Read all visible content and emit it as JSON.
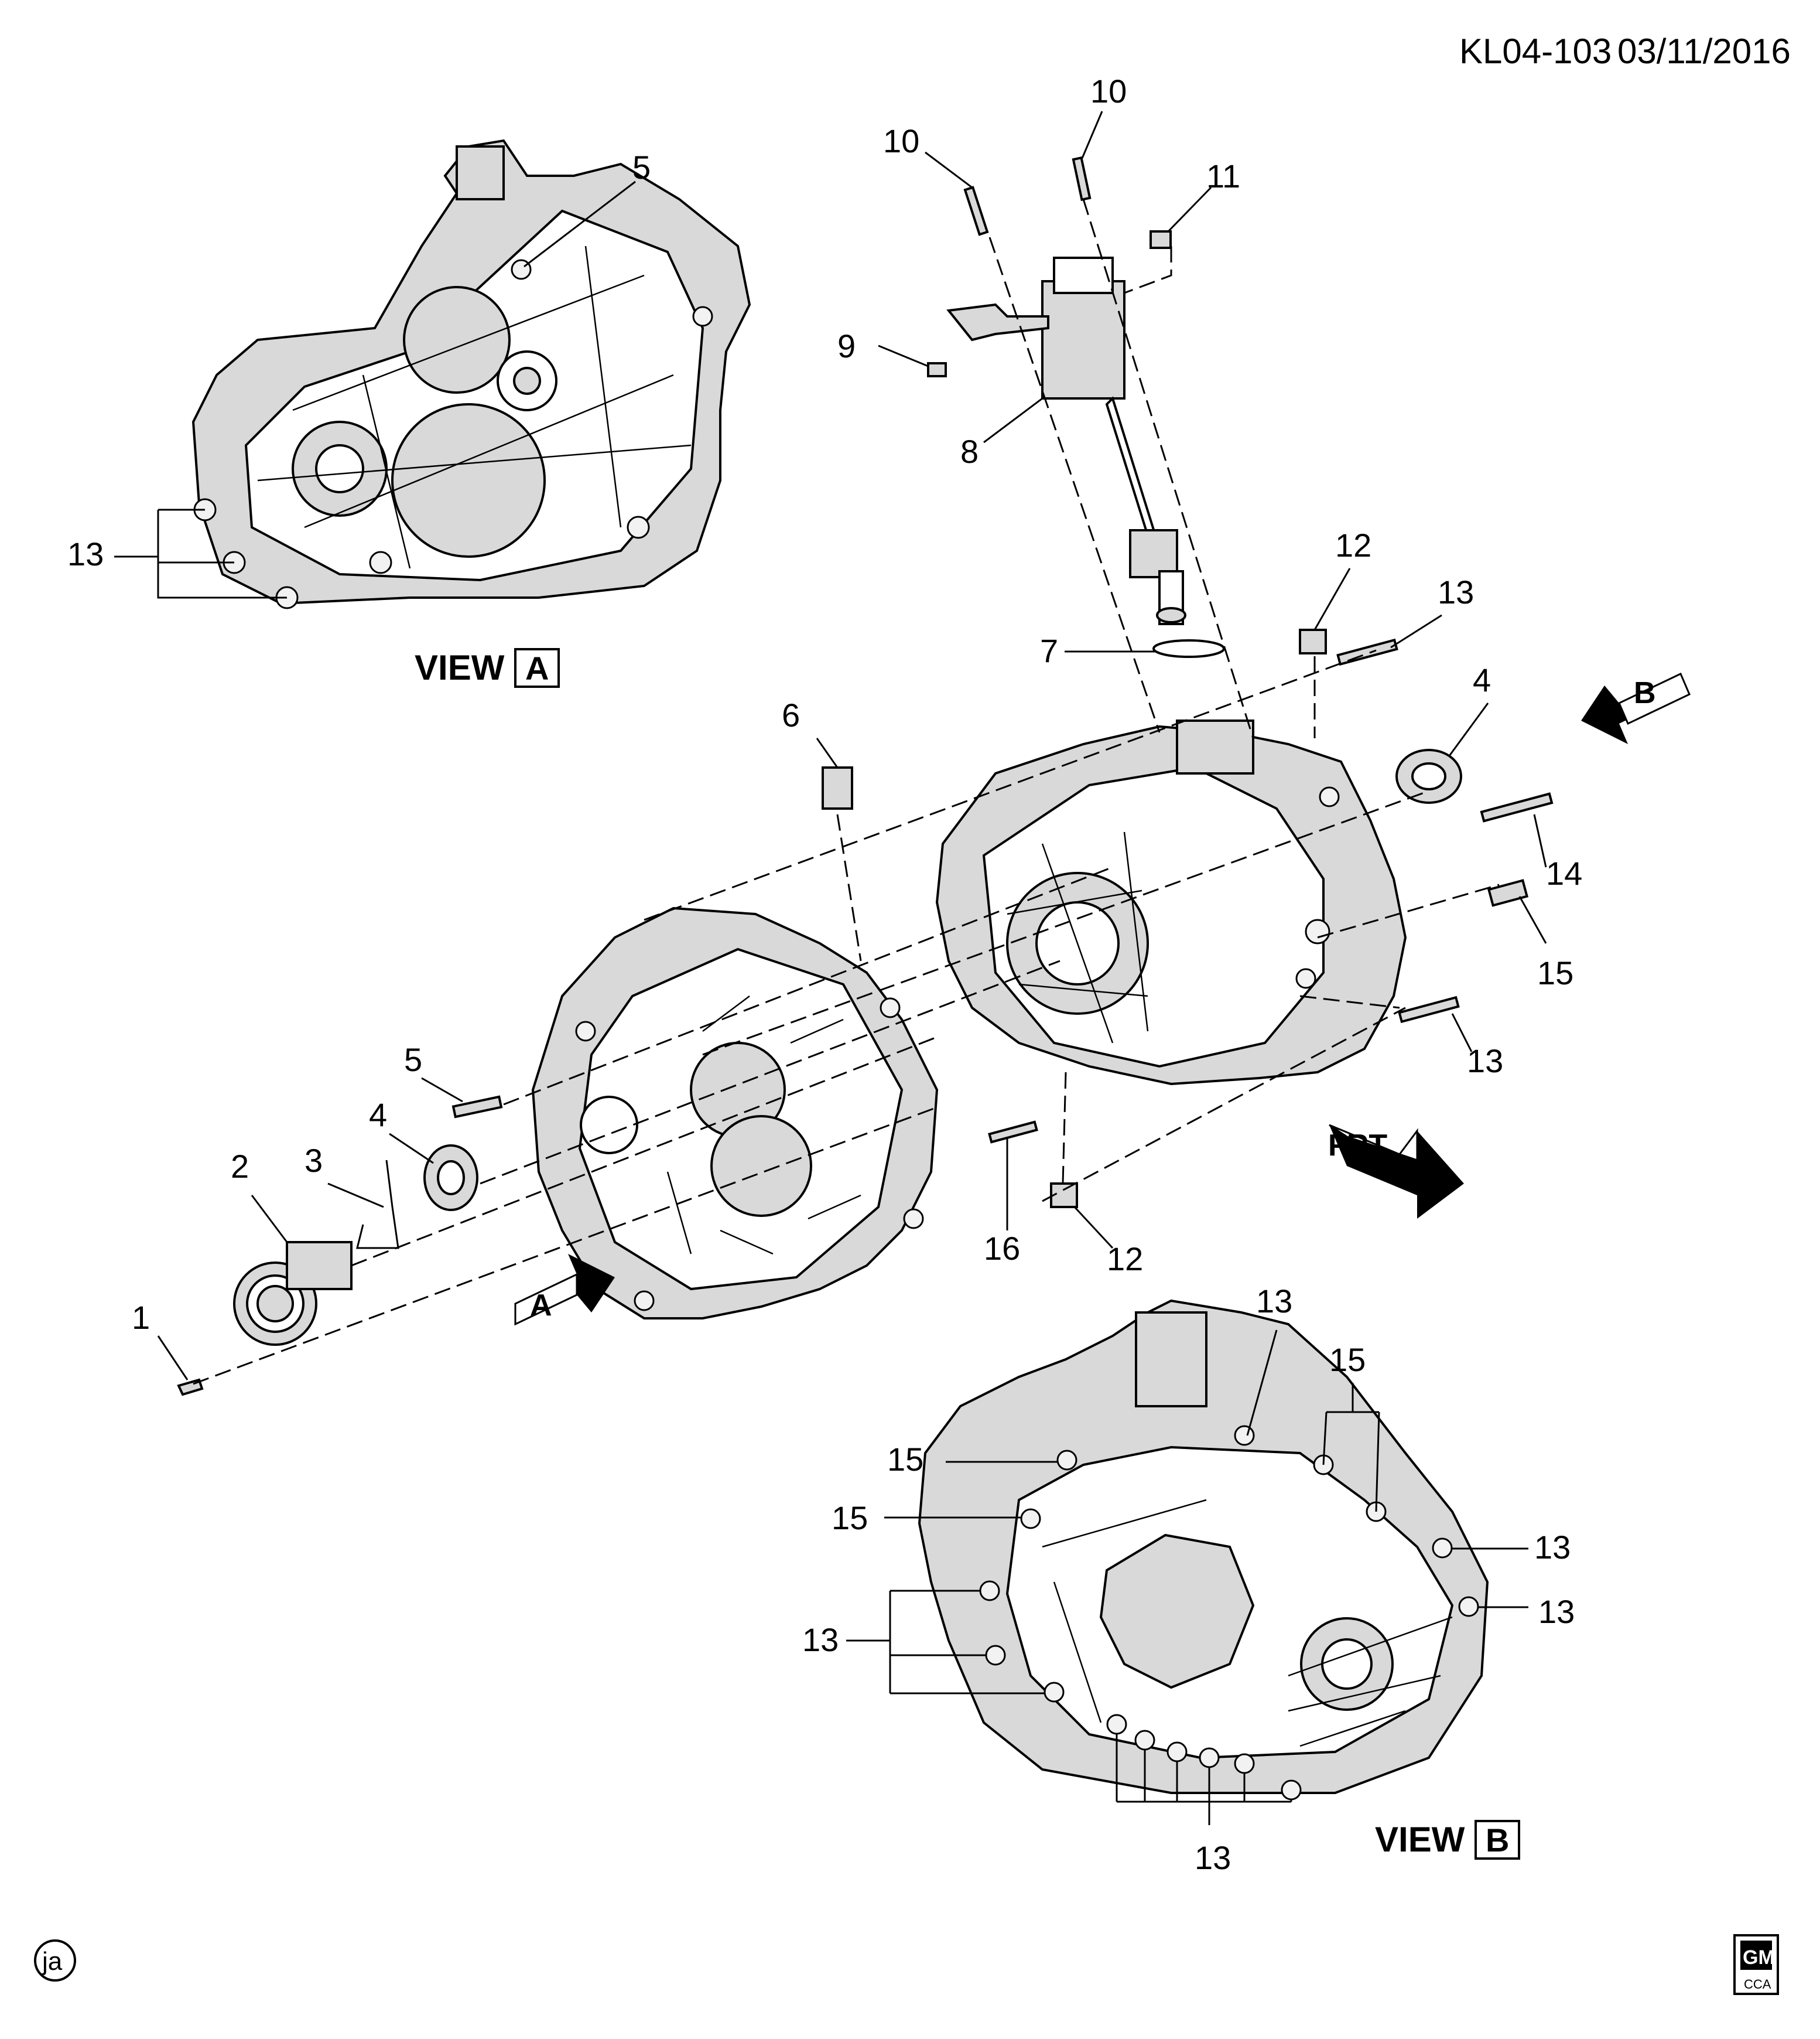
{
  "header": {
    "code": "KL04-103",
    "date": "03/11/2016"
  },
  "views": {
    "view_a": {
      "word": "VIEW",
      "letter": "A"
    },
    "view_b": {
      "word": "VIEW",
      "letter": "B"
    }
  },
  "direction_arrows": {
    "a": "A",
    "b": "B",
    "front": "FRT"
  },
  "footer": {
    "corner_mark": "ja",
    "logo_top": "GM",
    "logo_bottom": "CCA"
  },
  "callouts": {
    "c1": "1",
    "c2": "2",
    "c3": "3",
    "c4a": "4",
    "c4b": "4",
    "c5a": "5",
    "c5b": "5",
    "c6": "6",
    "c7": "7",
    "c8": "8",
    "c9": "9",
    "c10a": "10",
    "c10b": "10",
    "c11": "11",
    "c12a": "12",
    "c12b": "12",
    "c13a": "13",
    "c13b": "13",
    "c13c": "13",
    "c13d": "13",
    "c13e": "13",
    "c13f": "13",
    "c13g": "13",
    "c13h": "13",
    "c14": "14",
    "c15a": "15",
    "c15b": "15",
    "c15c": "15",
    "c15d": "15",
    "c16": "16"
  }
}
